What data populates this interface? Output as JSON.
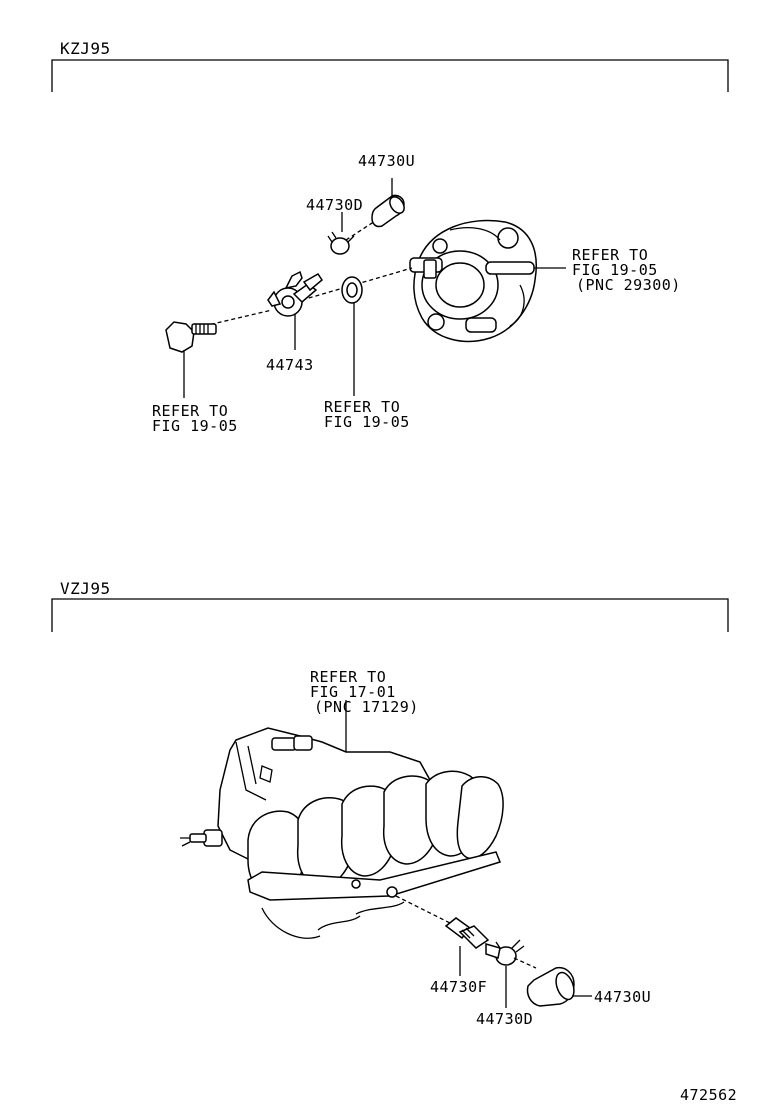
{
  "sections": {
    "top": {
      "title": "KZJ95"
    },
    "bottom": {
      "title": "VZJ95"
    }
  },
  "labels": {
    "top_44730U": "44730U",
    "top_44730D": "44730D",
    "top_44743": "44743",
    "top_refer_pump_1": "REFER TO",
    "top_refer_pump_2": "FIG 19-05",
    "top_refer_pump_3": "(PNC 29300)",
    "top_refer_bolt_1": "REFER TO",
    "top_refer_bolt_2": "FIG 19-05",
    "top_refer_gasket_1": "REFER TO",
    "top_refer_gasket_2": "FIG 19-05",
    "bot_refer_manifold_1": "REFER TO",
    "bot_refer_manifold_2": "FIG 17-01",
    "bot_refer_manifold_3": "(PNC 17129)",
    "bot_44730F": "44730F",
    "bot_44730D": "44730D",
    "bot_44730U": "44730U",
    "figure_number": "472562"
  }
}
